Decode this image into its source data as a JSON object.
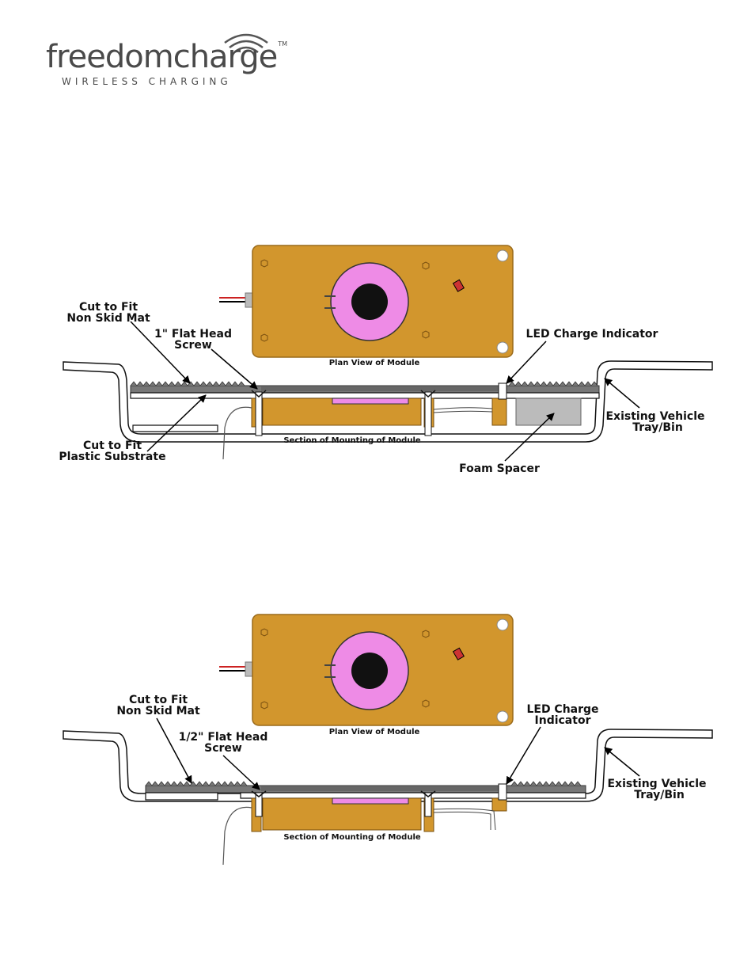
{
  "logo": {
    "name": "freedomcharge",
    "tm": "TM",
    "tagline": "WIRELESS CHARGING"
  },
  "colors": {
    "board": "#d2962d",
    "coil": "#ee8be6",
    "mat": "#777777",
    "spacer": "#bbbbbb"
  },
  "diagram1": {
    "plan_caption": "Plan View of Module",
    "section_caption": "Section of Mounting of Module",
    "mat_label": [
      "Cut to Fit",
      "Non Skid Mat"
    ],
    "screw_label": [
      "1\" Flat Head",
      "Screw"
    ],
    "led_label": [
      "LED Charge Indicator"
    ],
    "tray_label": [
      "Existing Vehicle",
      "Tray/Bin"
    ],
    "substrate_label": [
      "Cut to Fit",
      "Plastic Substrate"
    ],
    "spacer_label": [
      "Foam Spacer"
    ]
  },
  "diagram2": {
    "plan_caption": "Plan View of Module",
    "section_caption": "Section of Mounting of Module",
    "mat_label": [
      "Cut to Fit",
      "Non Skid Mat"
    ],
    "screw_label": [
      "1/2\" Flat Head",
      "Screw"
    ],
    "led_label": [
      "LED Charge",
      "Indicator"
    ],
    "tray_label": [
      "Existing Vehicle",
      "Tray/Bin"
    ]
  }
}
